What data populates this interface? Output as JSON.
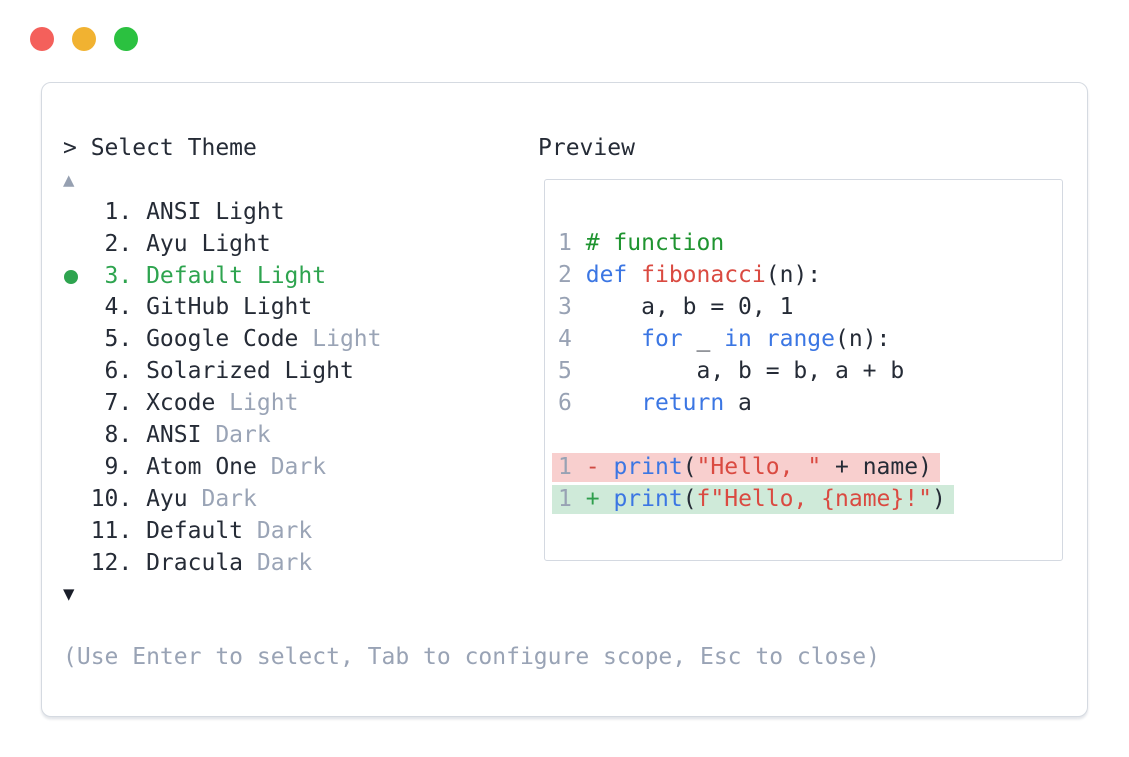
{
  "window": {
    "controls": [
      {
        "name": "close",
        "color": "#f4605b"
      },
      {
        "name": "minimize",
        "color": "#f1b231"
      },
      {
        "name": "zoom",
        "color": "#2bc140"
      }
    ]
  },
  "theme_picker": {
    "prompt": "> Select Theme",
    "scroll_up": "▲",
    "scroll_down": "▼",
    "items": [
      {
        "number": "1",
        "name": "ANSI Light",
        "variant": "",
        "selected": false
      },
      {
        "number": "2",
        "name": "Ayu Light",
        "variant": "",
        "selected": false
      },
      {
        "number": "3",
        "name": "Default Light",
        "variant": "",
        "selected": true
      },
      {
        "number": "4",
        "name": "GitHub Light",
        "variant": "",
        "selected": false
      },
      {
        "number": "5",
        "name": "Google Code",
        "variant": "Light",
        "selected": false
      },
      {
        "number": "6",
        "name": "Solarized Light",
        "variant": "",
        "selected": false
      },
      {
        "number": "7",
        "name": "Xcode",
        "variant": "Light",
        "selected": false
      },
      {
        "number": "8",
        "name": "ANSI",
        "variant": "Dark",
        "selected": false
      },
      {
        "number": "9",
        "name": "Atom One",
        "variant": "Dark",
        "selected": false
      },
      {
        "number": "10",
        "name": "Ayu",
        "variant": "Dark",
        "selected": false
      },
      {
        "number": "11",
        "name": "Default",
        "variant": "Dark",
        "selected": false
      },
      {
        "number": "12",
        "name": "Dracula",
        "variant": "Dark",
        "selected": false
      }
    ],
    "footer_hint": "(Use Enter to select, Tab to configure scope, Esc to close)"
  },
  "preview": {
    "label": "Preview",
    "code_lines": [
      {
        "number": "1",
        "diff": "",
        "tokens": [
          {
            "text": "# function",
            "style": "comment"
          }
        ]
      },
      {
        "number": "2",
        "diff": "",
        "tokens": [
          {
            "text": "def",
            "style": "keyword"
          },
          {
            "text": " ",
            "style": "plain"
          },
          {
            "text": "fibonacci",
            "style": "function"
          },
          {
            "text": "(n):",
            "style": "plain"
          }
        ]
      },
      {
        "number": "3",
        "diff": "",
        "tokens": [
          {
            "text": "    a, b = 0, 1",
            "style": "plain"
          }
        ]
      },
      {
        "number": "4",
        "diff": "",
        "tokens": [
          {
            "text": "    ",
            "style": "plain"
          },
          {
            "text": "for",
            "style": "keyword"
          },
          {
            "text": " _ ",
            "style": "plain"
          },
          {
            "text": "in",
            "style": "keyword"
          },
          {
            "text": " ",
            "style": "plain"
          },
          {
            "text": "range",
            "style": "keyword"
          },
          {
            "text": "(n):",
            "style": "plain"
          }
        ]
      },
      {
        "number": "5",
        "diff": "",
        "tokens": [
          {
            "text": "        a, b = b, a + b",
            "style": "plain"
          }
        ]
      },
      {
        "number": "6",
        "diff": "",
        "tokens": [
          {
            "text": "    ",
            "style": "plain"
          },
          {
            "text": "return",
            "style": "keyword"
          },
          {
            "text": " a",
            "style": "plain"
          }
        ]
      },
      {
        "number": "",
        "diff": "",
        "tokens": []
      },
      {
        "number": "1",
        "diff": "removed",
        "tokens": [
          {
            "text": "-",
            "style": "removed-sign"
          },
          {
            "text": " ",
            "style": "plain"
          },
          {
            "text": "print",
            "style": "keyword"
          },
          {
            "text": "(",
            "style": "plain"
          },
          {
            "text": "\"Hello, \"",
            "style": "string"
          },
          {
            "text": " + name)",
            "style": "plain"
          }
        ]
      },
      {
        "number": "1",
        "diff": "added",
        "tokens": [
          {
            "text": "+",
            "style": "added-sign"
          },
          {
            "text": " ",
            "style": "plain"
          },
          {
            "text": "print",
            "style": "keyword"
          },
          {
            "text": "(",
            "style": "plain"
          },
          {
            "text": "f\"Hello, {name}!\"",
            "style": "string"
          },
          {
            "text": ")",
            "style": "plain"
          }
        ]
      }
    ]
  },
  "colors": {
    "selected_green": "#2ea44f",
    "keyword_blue": "#3b76e3",
    "string_red": "#da4a41",
    "comment_green": "#1f9430",
    "muted_gray": "#9aa4b6",
    "text_dark": "#252b36",
    "diff_removed_bg": "#f8cfce",
    "diff_added_bg": "#cfead9",
    "border_gray": "#d5dae1"
  }
}
